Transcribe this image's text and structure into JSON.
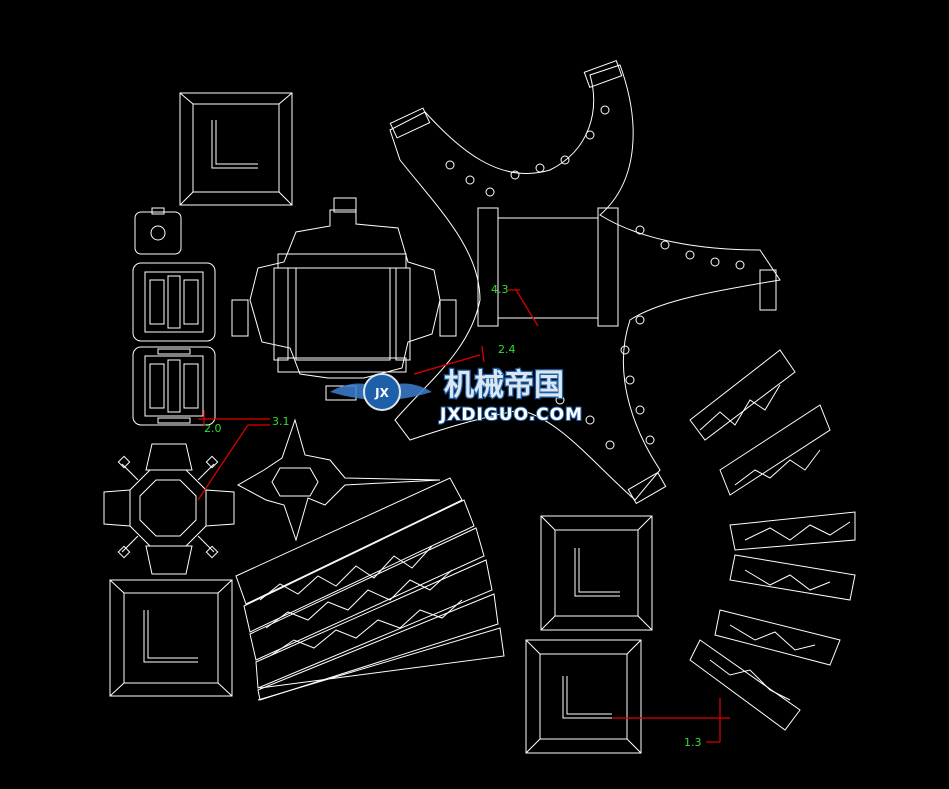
{
  "colors": {
    "background": "#000000",
    "linework": "#ffffff",
    "dimension_line": "#e00000",
    "dimension_text": "#33dd33",
    "watermark_blue": "#1d5fa8"
  },
  "dimensions": [
    {
      "id": "dim-4-3",
      "text": "4.3"
    },
    {
      "id": "dim-2-4",
      "text": "2.4"
    },
    {
      "id": "dim-3-1",
      "text": "3.1"
    },
    {
      "id": "dim-2-0",
      "text": "2.0"
    },
    {
      "id": "dim-1-3",
      "text": "1.3"
    }
  ],
  "watermark": {
    "logo_letters": "JX",
    "title_cn": "机械帝国",
    "site": "JXDIGUO.COM"
  }
}
